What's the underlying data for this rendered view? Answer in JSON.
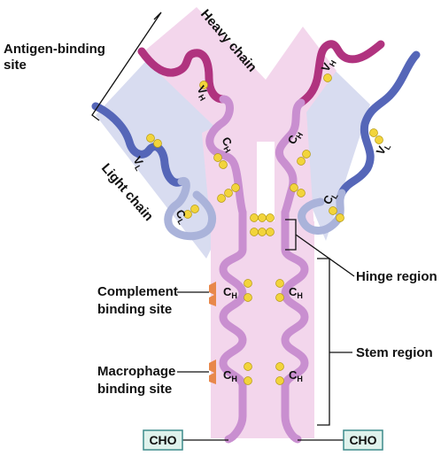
{
  "labels": {
    "antigen_binding_line1": "Antigen-binding",
    "antigen_binding_line2": "site",
    "heavy_chain": "Heavy chain",
    "light_chain": "Light chain",
    "hinge_region": "Hinge region",
    "stem_region": "Stem region",
    "complement_line1": "Complement",
    "complement_line2": "binding site",
    "macrophage_line1": "Macrophage",
    "macrophage_line2": "binding site",
    "cho": "CHO"
  },
  "domains": {
    "variable_letter": "V",
    "constant_letter": "C",
    "heavy_sub": "H",
    "light_sub": "L"
  },
  "colors": {
    "heavy_band": "#f3d6ec",
    "light_band": "#d8dcf0",
    "heavy_strand": "#c98fd0",
    "heavy_variable": "#b0337f",
    "light_strand": "#5566b8",
    "light_constant": "#aab3da",
    "disulfide": "#f2d43b",
    "binding_site_marker": "#e8884b",
    "cho_box": "#dff2ec",
    "cho_border": "#3d8b8b"
  }
}
